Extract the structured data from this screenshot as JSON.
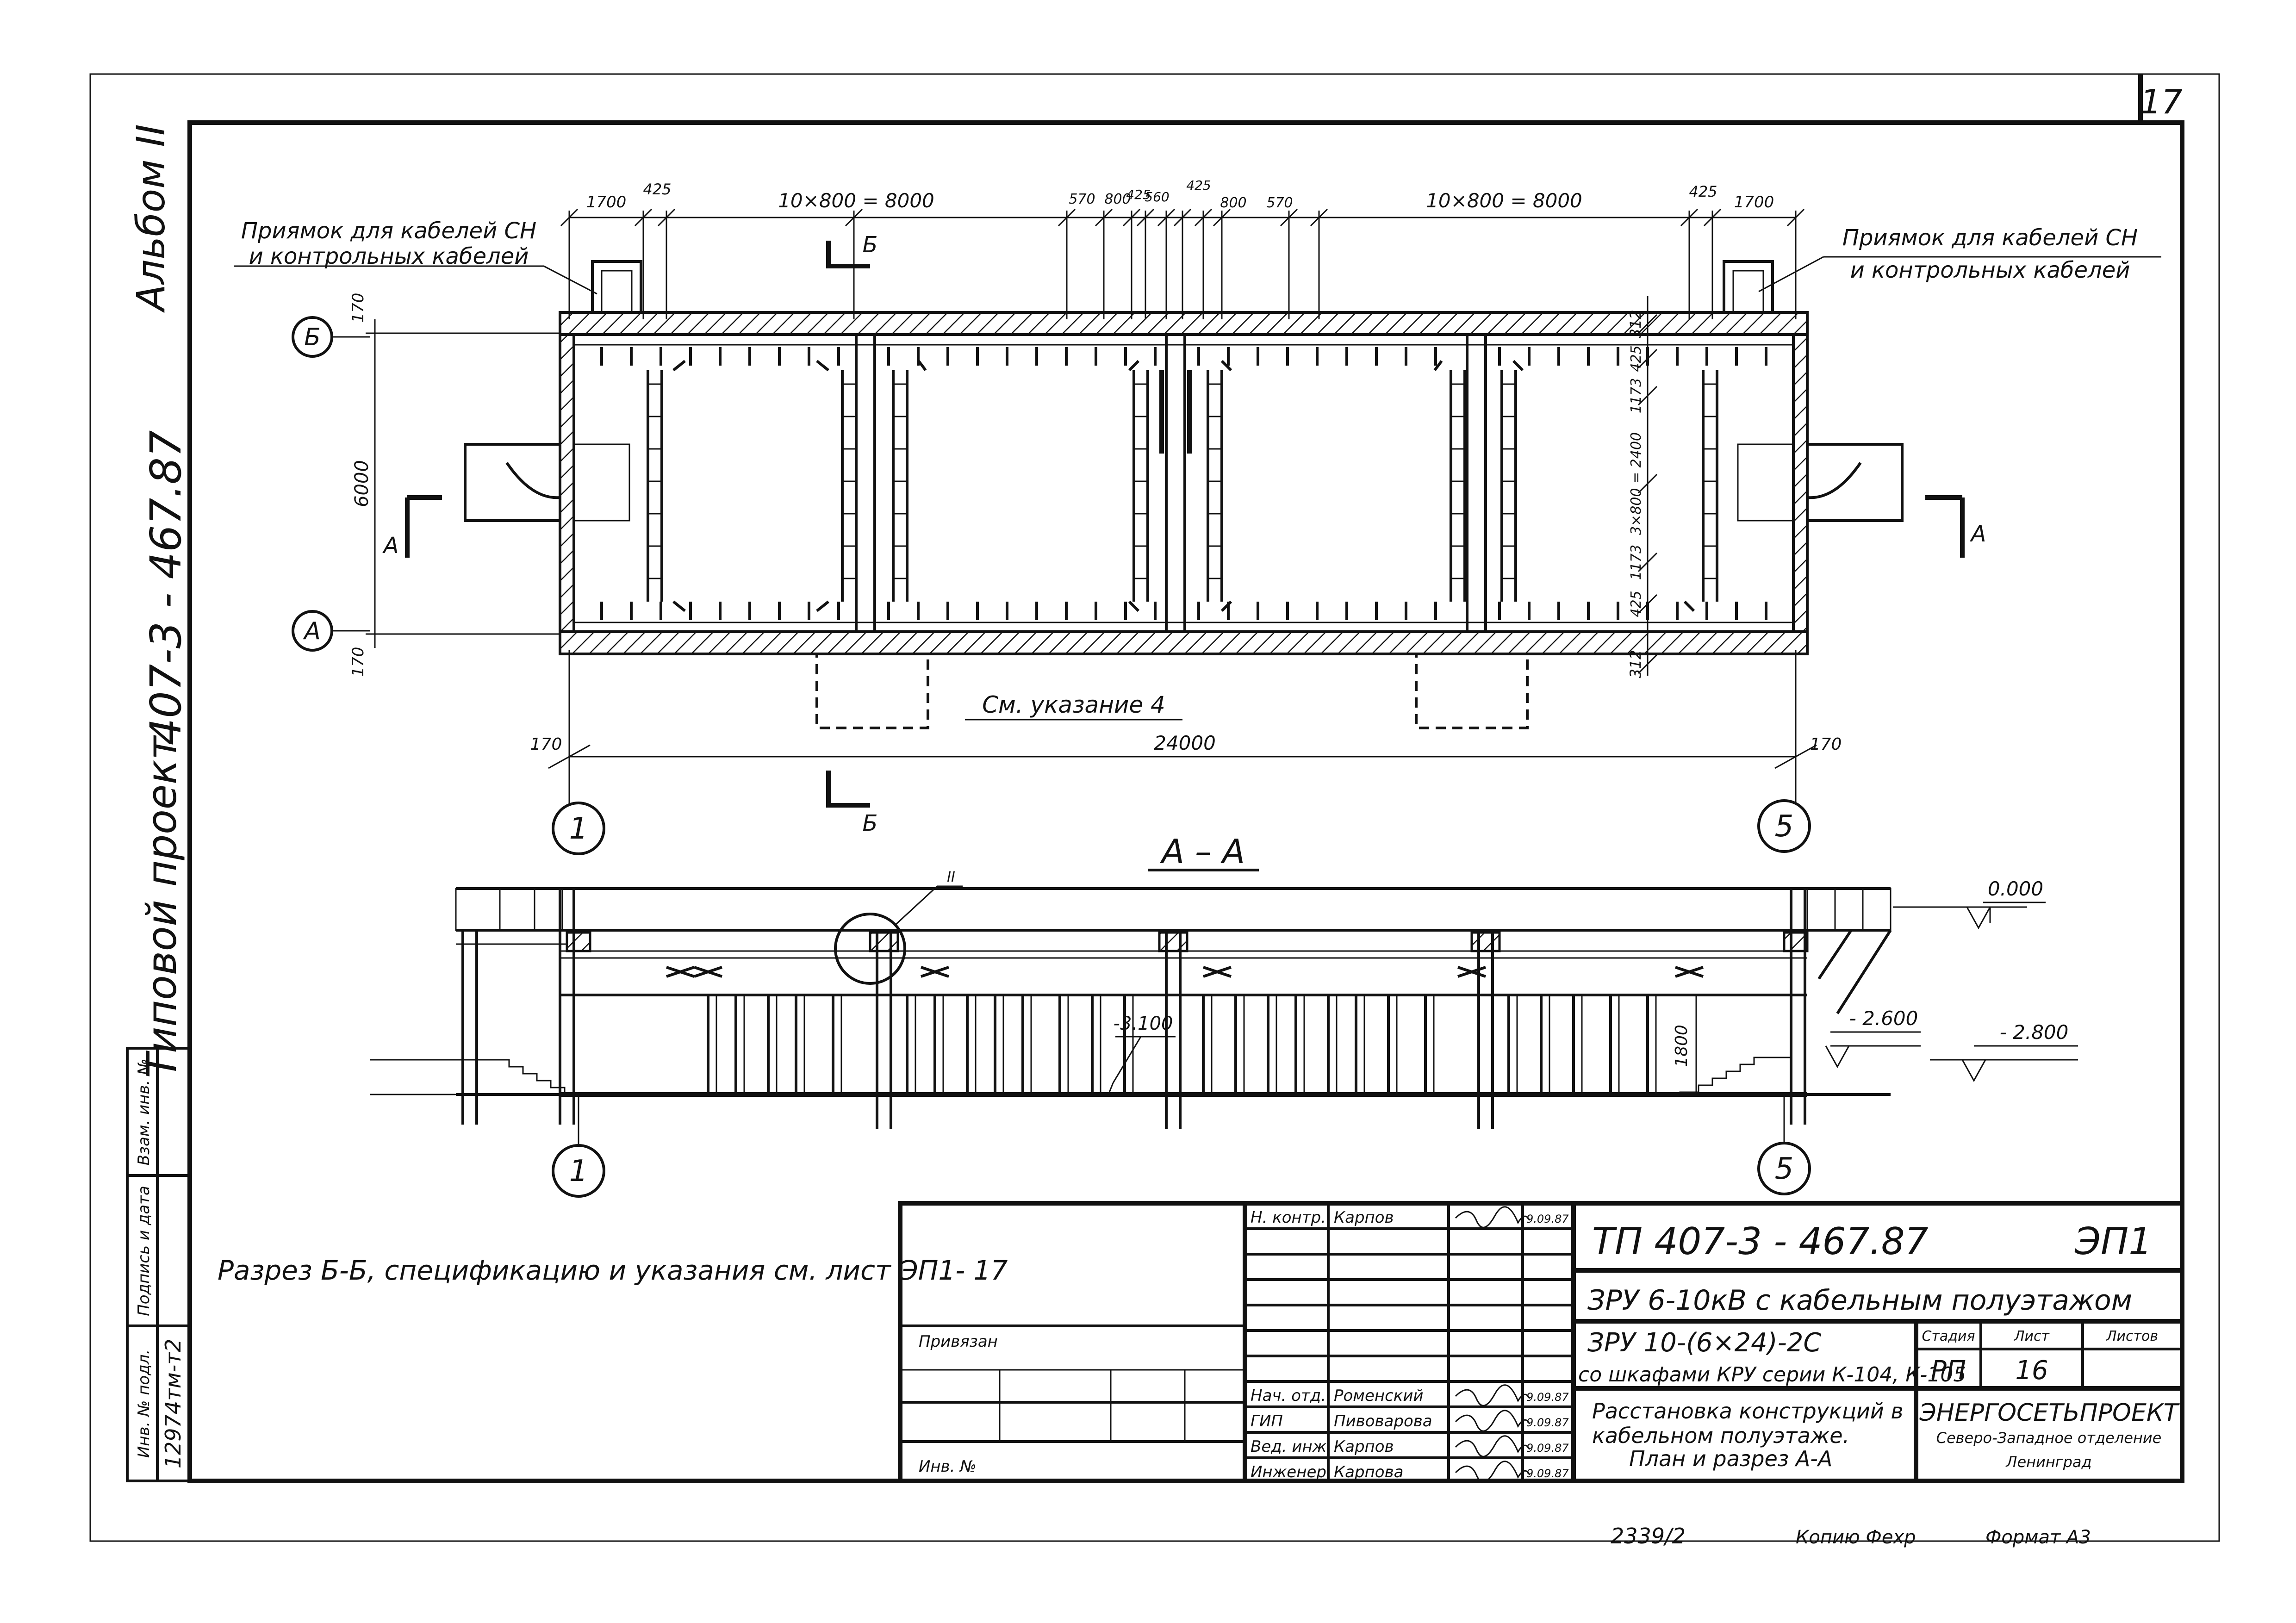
{
  "sheet_number": "17",
  "margin": {
    "album": "Альбом II",
    "project_code": "407-3 - 467.87",
    "typical_project": "Типовой проект",
    "stamp_inv_orig": "Инв. № подл.",
    "stamp_sign_date": "Подпись и дата",
    "stamp_replace_inv": "Взам. инв. №",
    "inv_value": "12974тм-т2"
  },
  "plan": {
    "callout_left_line1": "Приямок для кабелей СН",
    "callout_left_line2": "и контрольных кабелей",
    "callout_right_line1": "Приямок для кабелей СН",
    "callout_right_line2": "и контрольных кабелей",
    "dims_top": [
      "1700",
      "425",
      "10×800 = 8000",
      "570",
      "800",
      "425",
      "560",
      "425",
      "800",
      "570",
      "10×800 = 8000",
      "425",
      "1700"
    ],
    "dims_left": [
      "170",
      "6000",
      "170"
    ],
    "dims_right": [
      "312",
      "425",
      "1173",
      "3×800 = 2400",
      "1173",
      "425",
      "312"
    ],
    "dim_total": "24000",
    "dim_end_left": "170",
    "dim_end_right": "170",
    "note_ref": "См. указание 4",
    "axis_b": "Б",
    "axis_a": "А",
    "axis_1": "1",
    "axis_5": "5",
    "section_b_top": "Б",
    "section_b_bottom": "Б",
    "section_a_left": "А",
    "section_a_right": "А"
  },
  "section": {
    "title": "А – А",
    "callout": "II",
    "elev_0": "0.000",
    "elev_2600": "- 2.600",
    "elev_2800": "- 2.800",
    "elev_3100": "-3.100",
    "dim_1800": "1800",
    "axis_1": "1",
    "axis_5": "5"
  },
  "note_main": "Разрез Б-Б, спецификацию и указания  см. лист  ЭП1- 17",
  "title_block": {
    "binding_label": "Привязан",
    "inv_label": "Инв. №",
    "roles": [
      {
        "role": "Н. контр.",
        "name": "Карпов",
        "date": "9.09.87"
      },
      {
        "role": "Нач. отд.",
        "name": "Роменский",
        "date": "9.09.87"
      },
      {
        "role": "ГИП",
        "name": "Пивоварова",
        "date": "9.09.87"
      },
      {
        "role": "Вед. инж.",
        "name": "Карпов",
        "date": "9.09.87"
      },
      {
        "role": "Инженер",
        "name": "Карпова",
        "date": "9.09.87"
      }
    ],
    "project": "ТП  407-3 - 467.87",
    "mark": "ЭП1",
    "title1": "ЗРУ 6-10кВ  с кабельным  полуэтажом",
    "title2": "ЗРУ 10-(6×24)-2С",
    "title3": "со шкафами КРУ серии К-104, К-105",
    "desc1": "Расстановка конструкций в",
    "desc2": "кабельном полуэтаже.",
    "desc3": "План и разрез А-А",
    "stage_label": "Стадия",
    "sheet_label": "Лист",
    "sheets_label": "Листов",
    "stage": "РП",
    "sheet": "16",
    "sheets": "",
    "org1": "ЭНЕРГОСЕТЬПРОЕКТ",
    "org2": "Северо-Западное отделение",
    "org3": "Ленинград"
  },
  "footer": {
    "number": "2339/2",
    "copy": "Копию Фехр",
    "format": "Формат А3"
  }
}
